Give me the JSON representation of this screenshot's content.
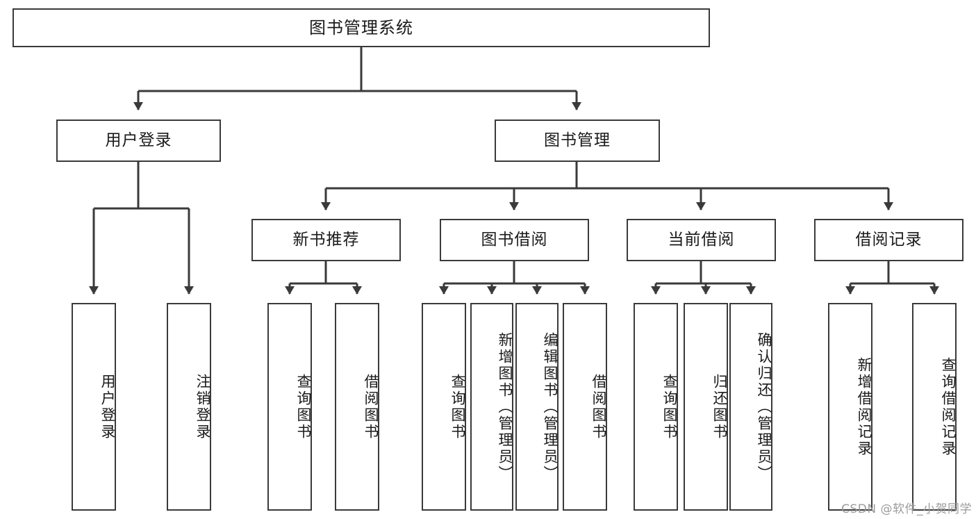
{
  "diagram": {
    "title": "图书管理系统",
    "type": "tree-hierarchy-diagram",
    "colors": {
      "box_border": "#3a3a3a",
      "box_fill": "#ffffff",
      "edge": "#3a3a3a",
      "text": "#1a1a1a",
      "background": "#ffffff",
      "watermark": "#9b9b9b"
    },
    "root": {
      "label": "图书管理系统"
    },
    "level2": [
      {
        "label": "用户登录"
      },
      {
        "label": "图书管理"
      }
    ],
    "level3": [
      {
        "label": "新书推荐"
      },
      {
        "label": "图书借阅"
      },
      {
        "label": "当前借阅"
      },
      {
        "label": "借阅记录"
      }
    ],
    "leaves": {
      "user_login": [
        {
          "label": "用户登录"
        },
        {
          "label": "注销登录"
        }
      ],
      "new_book_recommend": [
        {
          "label": "查询图书"
        },
        {
          "label": "借阅图书"
        }
      ],
      "book_borrow": [
        {
          "label": "查询图书"
        },
        {
          "label": "新增图书（管理员）"
        },
        {
          "label": "编辑图书（管理员）"
        },
        {
          "label": "借阅图书"
        }
      ],
      "current_borrow": [
        {
          "label": "查询图书"
        },
        {
          "label": "归还图书"
        },
        {
          "label": "确认归还（管理员）"
        }
      ],
      "borrow_record": [
        {
          "label": "新增借阅记录"
        },
        {
          "label": "查询借阅记录"
        }
      ]
    }
  },
  "watermark": {
    "text": "CSDN @软件_小贺同学"
  }
}
